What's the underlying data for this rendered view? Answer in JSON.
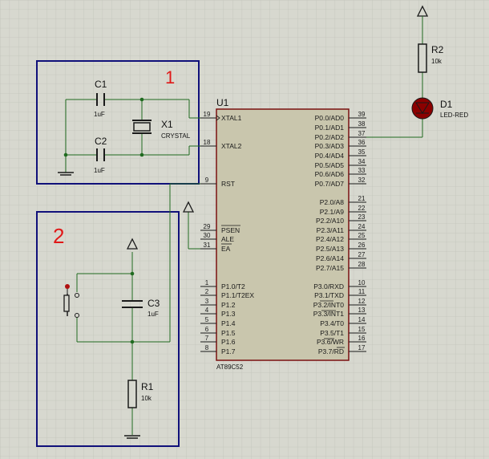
{
  "colors": {
    "background": "#d7d8cf",
    "grid": "#c2c3ba",
    "wire": "#1f6a1f",
    "chip_fill": "#c9c6ad",
    "chip_border": "#7a1010",
    "box_border": "#10107a",
    "annotation": "#e01818",
    "led": "#8b0000"
  },
  "annotations": {
    "box1": "1",
    "box2": "2"
  },
  "power_symbols": [
    "up-arrow-icon",
    "up-arrow-icon",
    "up-arrow-icon"
  ],
  "components": {
    "c1": {
      "ref": "C1",
      "value": "1uF"
    },
    "c2": {
      "ref": "C2",
      "value": "1uF"
    },
    "x1": {
      "ref": "X1",
      "value": "CRYSTAL"
    },
    "c3": {
      "ref": "C3",
      "value": "1uF"
    },
    "r1": {
      "ref": "R1",
      "value": "10k"
    },
    "r2": {
      "ref": "R2",
      "value": "10k"
    },
    "d1": {
      "ref": "D1",
      "value": "LED-RED"
    }
  },
  "chip": {
    "ref": "U1",
    "part": "AT89C52",
    "left_pins": [
      {
        "num": "19",
        "name": "XTAL1"
      },
      {
        "num": "18",
        "name": "XTAL2"
      },
      {
        "num": "9",
        "name": "RST"
      },
      {
        "num": "29",
        "name": "PSEN"
      },
      {
        "num": "30",
        "name": "ALE"
      },
      {
        "num": "31",
        "name": "EA"
      },
      {
        "num": "1",
        "name": "P1.0/T2"
      },
      {
        "num": "2",
        "name": "P1.1/T2EX"
      },
      {
        "num": "3",
        "name": "P1.2"
      },
      {
        "num": "4",
        "name": "P1.3"
      },
      {
        "num": "5",
        "name": "P1.4"
      },
      {
        "num": "6",
        "name": "P1.5"
      },
      {
        "num": "7",
        "name": "P1.6"
      },
      {
        "num": "8",
        "name": "P1.7"
      }
    ],
    "right_pins": [
      {
        "num": "39",
        "name": "P0.0/AD0"
      },
      {
        "num": "38",
        "name": "P0.1/AD1"
      },
      {
        "num": "37",
        "name": "P0.2/AD2"
      },
      {
        "num": "36",
        "name": "P0.3/AD3"
      },
      {
        "num": "35",
        "name": "P0.4/AD4"
      },
      {
        "num": "34",
        "name": "P0.5/AD5"
      },
      {
        "num": "33",
        "name": "P0.6/AD6"
      },
      {
        "num": "32",
        "name": "P0.7/AD7"
      },
      {
        "num": "21",
        "name": "P2.0/A8"
      },
      {
        "num": "22",
        "name": "P2.1/A9"
      },
      {
        "num": "23",
        "name": "P2.2/A10"
      },
      {
        "num": "24",
        "name": "P2.3/A11"
      },
      {
        "num": "25",
        "name": "P2.4/A12"
      },
      {
        "num": "26",
        "name": "P2.5/A13"
      },
      {
        "num": "27",
        "name": "P2.6/A14"
      },
      {
        "num": "28",
        "name": "P2.7/A15"
      },
      {
        "num": "10",
        "name": "P3.0/RXD"
      },
      {
        "num": "11",
        "name": "P3.1/TXD"
      },
      {
        "num": "12",
        "name": "P3.2/INT0"
      },
      {
        "num": "13",
        "name": "P3.3/INT1"
      },
      {
        "num": "14",
        "name": "P3.4/T0"
      },
      {
        "num": "15",
        "name": "P3.5/T1"
      },
      {
        "num": "16",
        "name": "P3.6/WR"
      },
      {
        "num": "17",
        "name": "P3.7/RD"
      }
    ]
  }
}
